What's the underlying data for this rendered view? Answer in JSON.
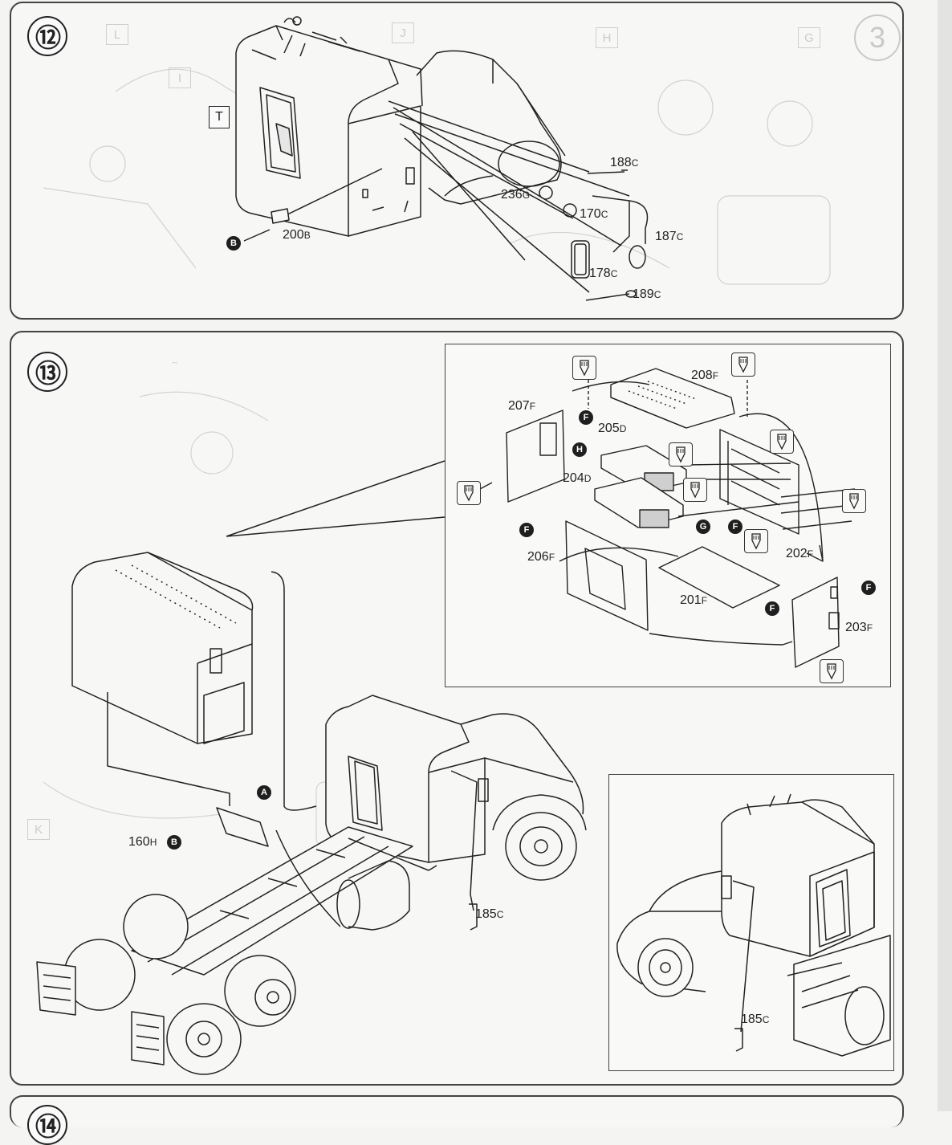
{
  "steps": {
    "s12": {
      "number": "⑫"
    },
    "s13": {
      "number": "⑬"
    },
    "s14": {
      "number": "⑭"
    }
  },
  "step12": {
    "t_marker": "T",
    "parts": {
      "p188": {
        "num": "188",
        "sub": "C"
      },
      "p236": {
        "num": "236",
        "sub": "G"
      },
      "p170": {
        "num": "170",
        "sub": "C"
      },
      "p187": {
        "num": "187",
        "sub": "C"
      },
      "p178": {
        "num": "178",
        "sub": "C"
      },
      "p189": {
        "num": "189",
        "sub": "C"
      },
      "p200": {
        "num": "200",
        "sub": "B"
      }
    },
    "color_markers": [
      "B"
    ]
  },
  "step13": {
    "interior_parts": {
      "p208": {
        "num": "208",
        "sub": "F"
      },
      "p207": {
        "num": "207",
        "sub": "F"
      },
      "p205": {
        "num": "205",
        "sub": "D"
      },
      "p204": {
        "num": "204",
        "sub": "D"
      },
      "p206": {
        "num": "206",
        "sub": "F"
      },
      "p201": {
        "num": "201",
        "sub": "F"
      },
      "p202": {
        "num": "202",
        "sub": "F"
      },
      "p203": {
        "num": "203",
        "sub": "F"
      }
    },
    "main_parts": {
      "p160": {
        "num": "160",
        "sub": "H"
      },
      "p185": {
        "num": "185",
        "sub": "C"
      }
    },
    "detail_parts": {
      "p185": {
        "num": "185",
        "sub": "C"
      }
    },
    "color_markers": [
      "F",
      "H",
      "G",
      "A",
      "B"
    ]
  },
  "ghost_print": {
    "circle_num": "3",
    "boxes": [
      "H",
      "G",
      "I",
      "J",
      "L",
      "K"
    ]
  },
  "colors": {
    "ink": "#222222",
    "paper": "#f7f7f5",
    "ghost": "#cccccc"
  }
}
